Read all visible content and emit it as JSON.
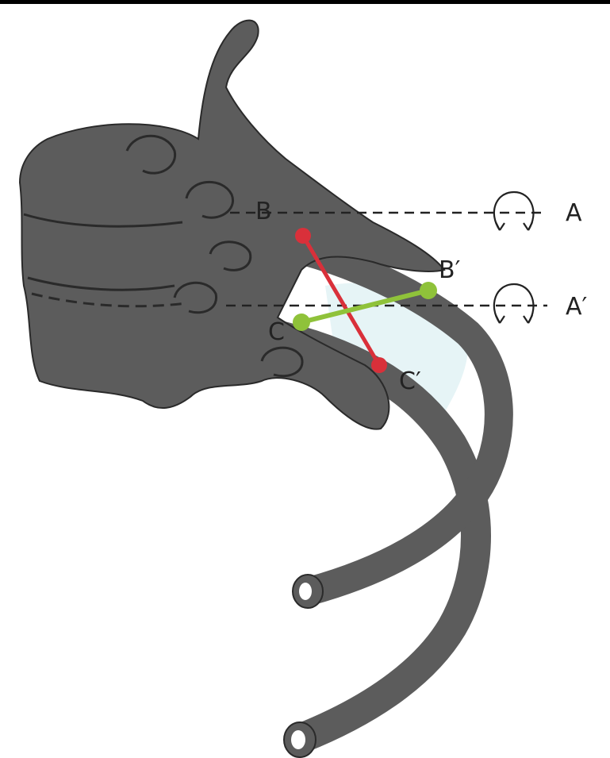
{
  "labels": {
    "A": "A",
    "A_prime": "A′",
    "B": "B",
    "B_prime": "B′",
    "C": "C",
    "C_prime": "C′"
  },
  "colors": {
    "bone": "#5c5c5c",
    "bone_outline": "#2a2a2a",
    "red_axis": "#d9303a",
    "green_axis": "#8fc23a",
    "pale_fill": "#e6f4f6",
    "dashed": "#222222",
    "top_rule": "#000000"
  },
  "icons": [
    "rotation-arrow-icon",
    "rotation-arrow-icon"
  ]
}
